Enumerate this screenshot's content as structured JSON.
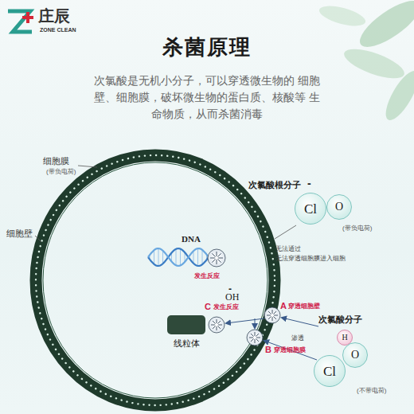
{
  "diagram": {
    "title": "杀菌原理",
    "nodes": [
      {
        "text": [
          "Cl"
        ]
      },
      {
        "text": [
          "O"
        ]
      },
      {
        "text": [
          "H"
        ]
      },
      {
        "text": [
          "Cl"
        ]
      },
      {
        "text": [
          "O"
        ]
      },
      {
        "text": [
          "线粒体"
        ]
      }
    ],
    "labels": [
      "庄辰",
      "ZONE CLEAN",
      "次氯酸是无机小分子，可以穿透微生物的 细胞壁、细胞膜，破坏微生物的蛋白质、核酸等 生命物质，从而杀菌消毒",
      "细胞膜",
      "(带负电荷)",
      "细胞壁",
      "次氯酸根分子",
      "-",
      "(带负电荷)",
      "无法通过",
      "无法穿透细胞膜进入细胞",
      "DNA",
      "发生反应",
      "-",
      "OH",
      "C",
      "发生反应",
      "A",
      "穿透细胞壁",
      "次氯酸分子",
      "渗透",
      "B",
      "穿透细胞膜",
      "(不带电荷)"
    ]
  }
}
